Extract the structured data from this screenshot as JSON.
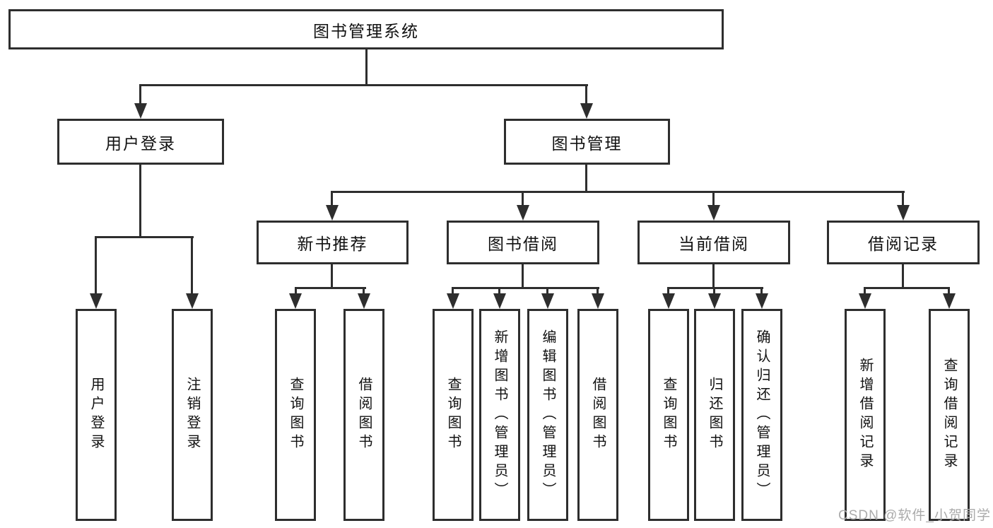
{
  "nodes": {
    "root": "图书管理系统",
    "user_login": "用户登录",
    "book_mgmt": "图书管理",
    "new_book_rec": "新书推荐",
    "book_borrow": "图书借阅",
    "current_borrow": "当前借阅",
    "borrow_record": "借阅记录"
  },
  "leaves": {
    "user_login_leaf": "用户登录",
    "logout_leaf": "注销登录",
    "query_books": "查询图书",
    "borrow_books": "借阅图书",
    "add_book_admin": "新增图书（管理员）",
    "edit_book_admin": "编辑图书（管理员）",
    "return_book": "归还图书",
    "confirm_return_admin": "确认归还（管理员）",
    "add_borrow_record": "新增借阅记录",
    "query_borrow_record": "查询借阅记录"
  },
  "watermark": "CSDN @软件_小贺同学",
  "colors": {
    "line": "#2e2e2e",
    "box_background": "#ffffff",
    "text": "#111111",
    "watermark": "#ababab"
  }
}
